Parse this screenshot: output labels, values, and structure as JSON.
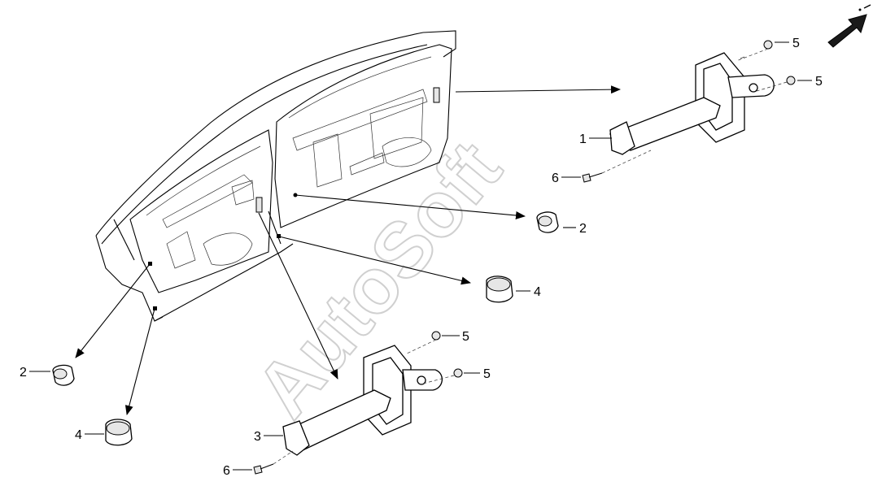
{
  "watermark": "AutoSoft",
  "callouts": [
    {
      "id": "c1",
      "text": "1"
    },
    {
      "id": "c2a",
      "text": "2"
    },
    {
      "id": "c2b",
      "text": "2"
    },
    {
      "id": "c3",
      "text": "3"
    },
    {
      "id": "c4a",
      "text": "4"
    },
    {
      "id": "c4b",
      "text": "4"
    },
    {
      "id": "c5a",
      "text": "5"
    },
    {
      "id": "c5b",
      "text": "5"
    },
    {
      "id": "c5c",
      "text": "5"
    },
    {
      "id": "c5d",
      "text": "5"
    },
    {
      "id": "c6a",
      "text": "6"
    },
    {
      "id": "c6b",
      "text": "6"
    }
  ],
  "colors": {
    "line": "#000000",
    "watermark": "#d0d0d0",
    "part_fill": "#e6e6e6"
  },
  "icons": {
    "direction": "direction-arrow-icon"
  }
}
